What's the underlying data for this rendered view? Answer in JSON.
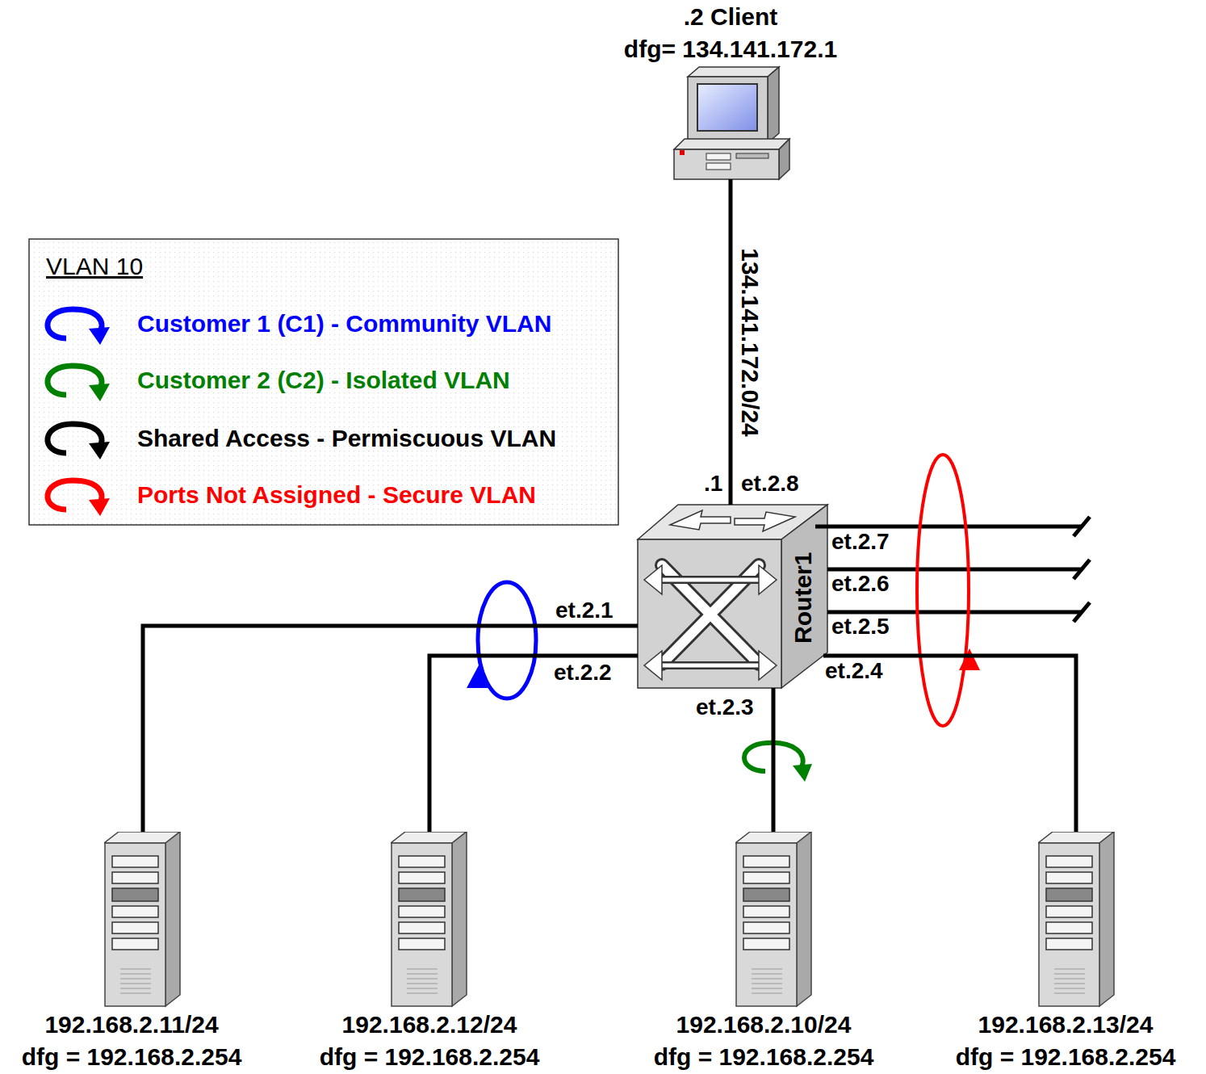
{
  "diagram": {
    "nodes": [
      {
        "text": [
          ".2 Client",
          "dfg= 134.141.172.1"
        ]
      },
      {
        "text": [
          "Router1"
        ]
      },
      {
        "text": [
          "192.168.2.11/24",
          "dfg = 192.168.2.254"
        ]
      },
      {
        "text": [
          "192.168.2.12/24",
          "dfg = 192.168.2.254"
        ]
      },
      {
        "text": [
          "192.168.2.10/24",
          "dfg = 192.168.2.254"
        ]
      },
      {
        "text": [
          "192.168.2.13/24",
          "dfg = 192.168.2.254"
        ]
      }
    ],
    "edges": [
      {
        "from": 0,
        "to": 1,
        "arrow": "none",
        "label": "134.141.172.0/24"
      },
      {
        "from": 1,
        "to": 2,
        "arrow": "none"
      },
      {
        "from": 1,
        "to": 3,
        "arrow": "none"
      },
      {
        "from": 1,
        "to": 4,
        "arrow": "none"
      },
      {
        "from": 1,
        "to": 5,
        "arrow": "none"
      }
    ],
    "labels": [
      "VLAN 10",
      ".1",
      "et.2.8",
      "et.2.7",
      "et.2.6",
      "et.2.5",
      "et.2.4",
      "et.2.3",
      "et.2.2",
      "et.2.1"
    ],
    "legend": [
      {
        "text": "Customer 1 (C1) - Community VLAN",
        "color": "#0000ff"
      },
      {
        "text": "Customer 2 (C2) - Isolated VLAN",
        "color": "#008000"
      },
      {
        "text": "Shared Access - Permiscuous VLAN",
        "color": "#000000"
      },
      {
        "text": "Ports Not Assigned - Secure VLAN",
        "color": "#ff0000"
      }
    ]
  }
}
